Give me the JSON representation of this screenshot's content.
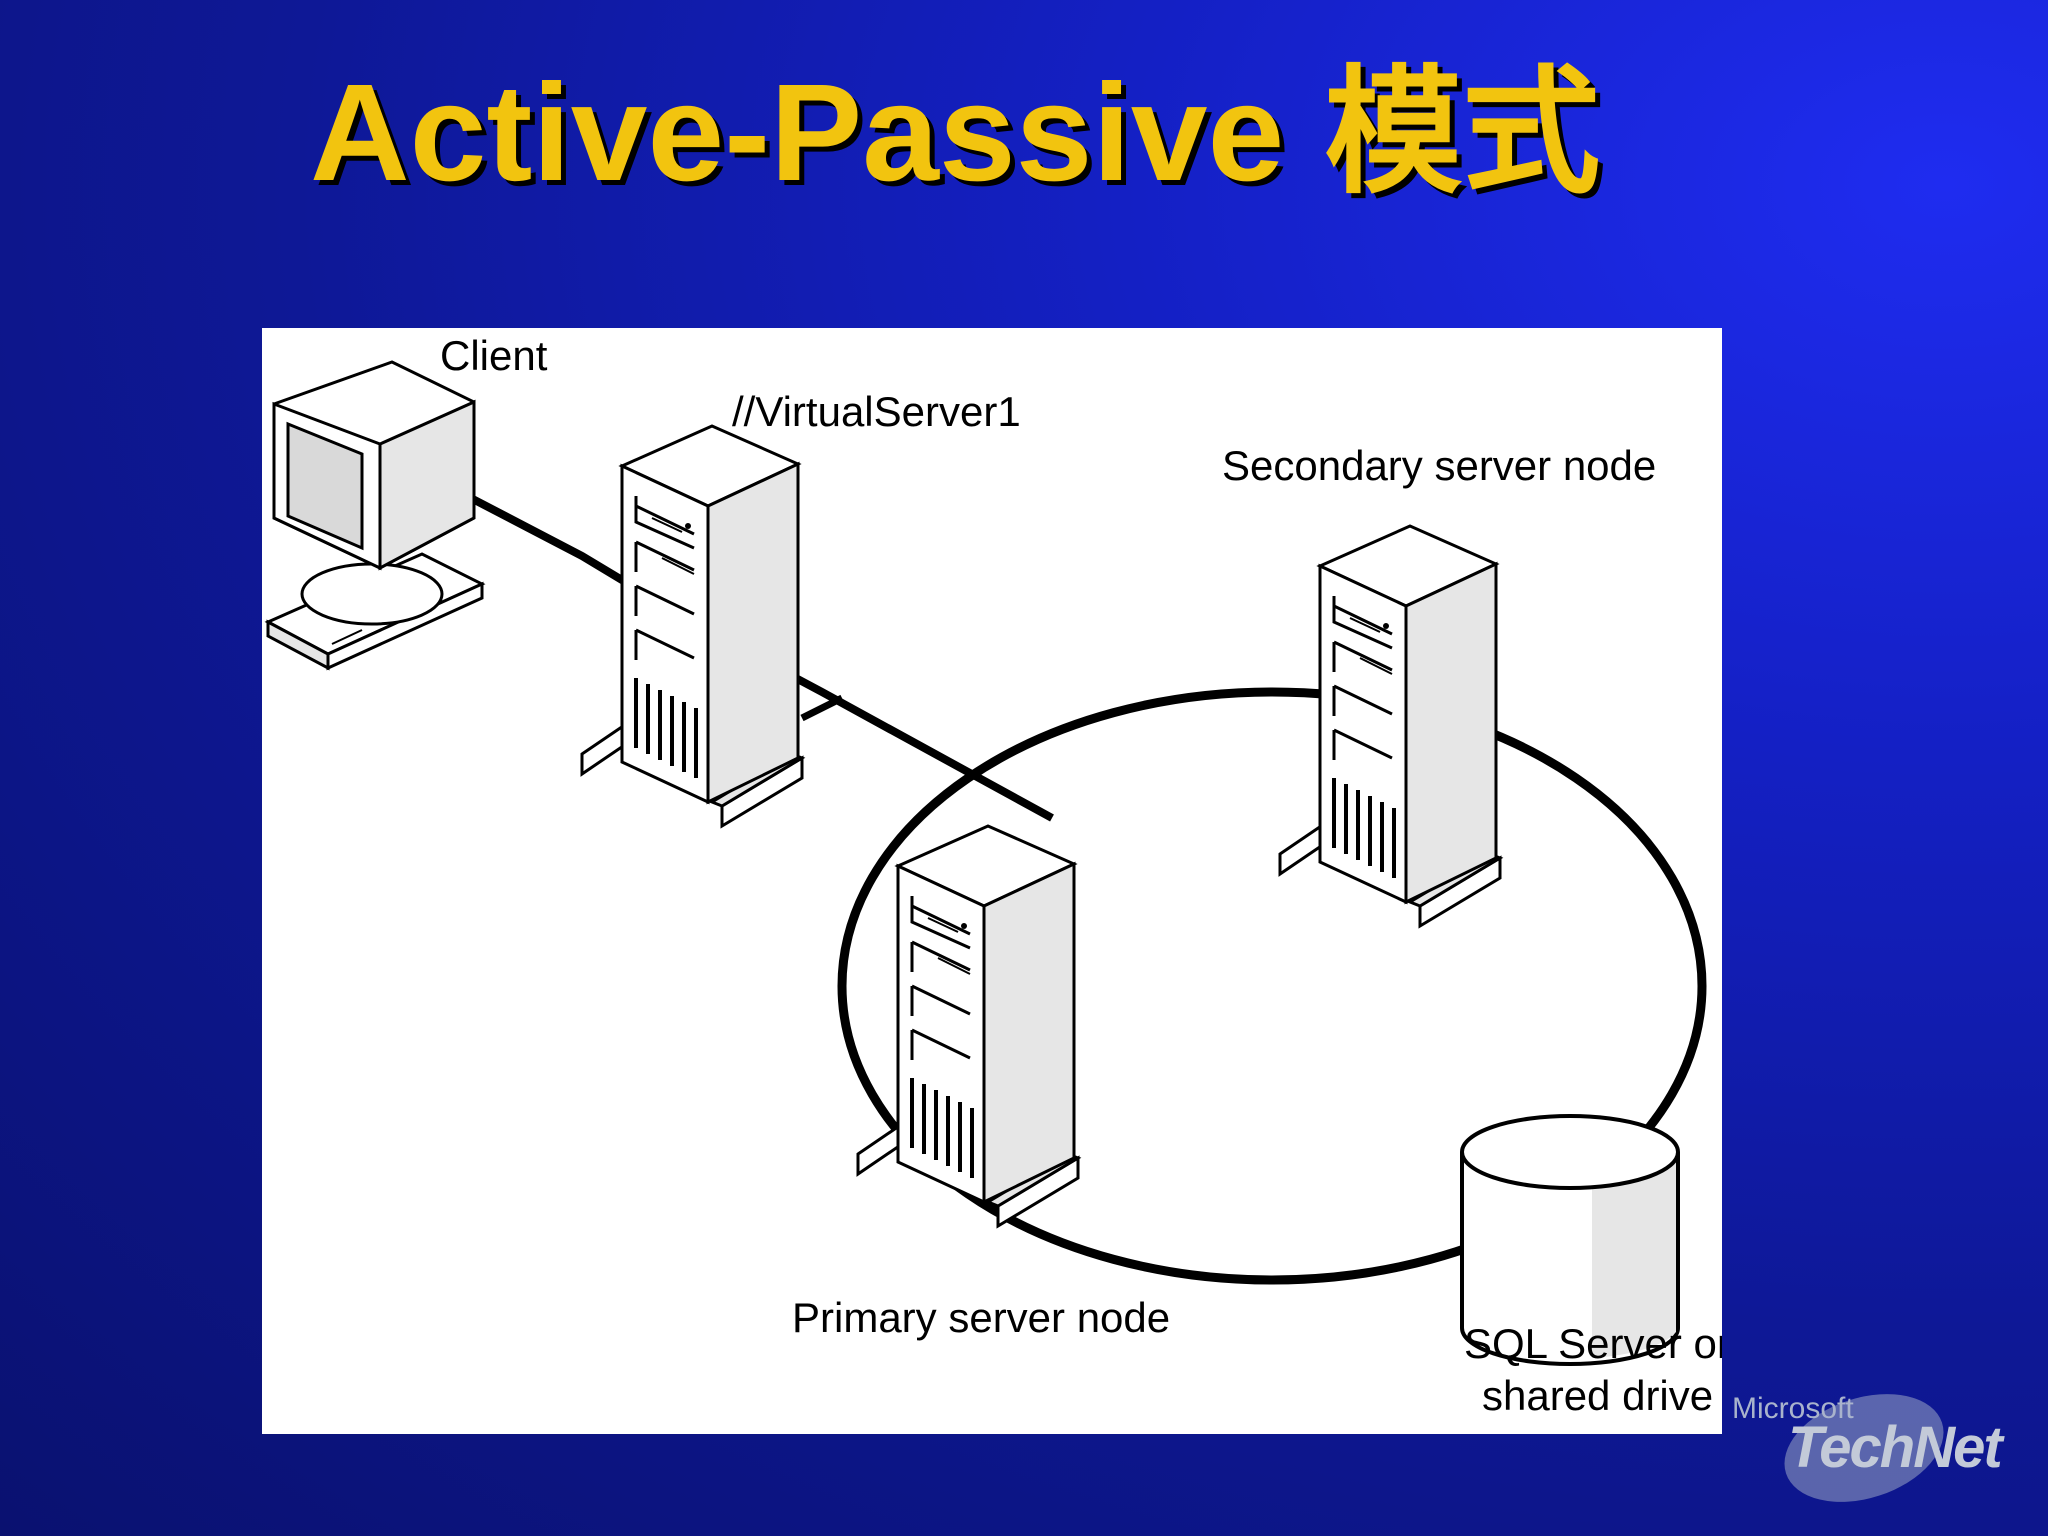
{
  "slide": {
    "title": "Active-Passive",
    "title_cjk": "模式"
  },
  "diagram": {
    "labels": {
      "client": "Client",
      "virtual_server": "//VirtualServer1",
      "secondary": "Secondary server node",
      "primary": "Primary server node",
      "sql_line1": "SQL Server on",
      "sql_line2": "shared drive"
    }
  },
  "logo": {
    "small": "Microsoft",
    "big": "TechNet"
  },
  "colors": {
    "title": "#f2c40f",
    "background": "#0e1896",
    "panel": "#ffffff",
    "device_fill": "#e6e6e6"
  },
  "icons": [
    "monitor-icon",
    "tower-server-icon",
    "database-cylinder-icon"
  ]
}
